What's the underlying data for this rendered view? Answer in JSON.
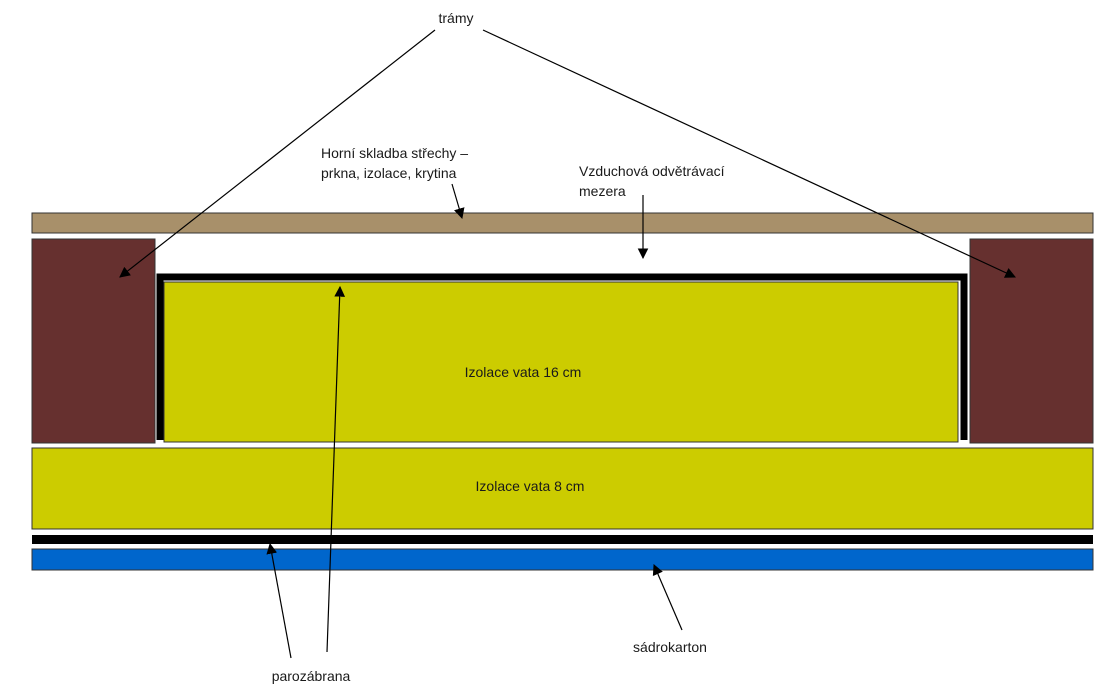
{
  "diagram": {
    "labels": {
      "beams": "trámy",
      "roof_top_line1": "Horní skladba střechy –",
      "roof_top_line2": "prkna, izolace, krytina",
      "air_gap_line1": "Vzduchová odvětrávací",
      "air_gap_line2": "mezera",
      "insulation_16": "Izolace vata 16 cm",
      "insulation_8": "Izolace vata 8 cm",
      "vapor_barrier": "parozábrana",
      "drywall": "sádrokarton"
    },
    "colors": {
      "roof_board": "#A8906A",
      "beam": "#66302F",
      "insulation": "#CCCC00",
      "vapor_barrier": "#000000",
      "drywall": "#0066CC",
      "outline": "#333333"
    }
  }
}
